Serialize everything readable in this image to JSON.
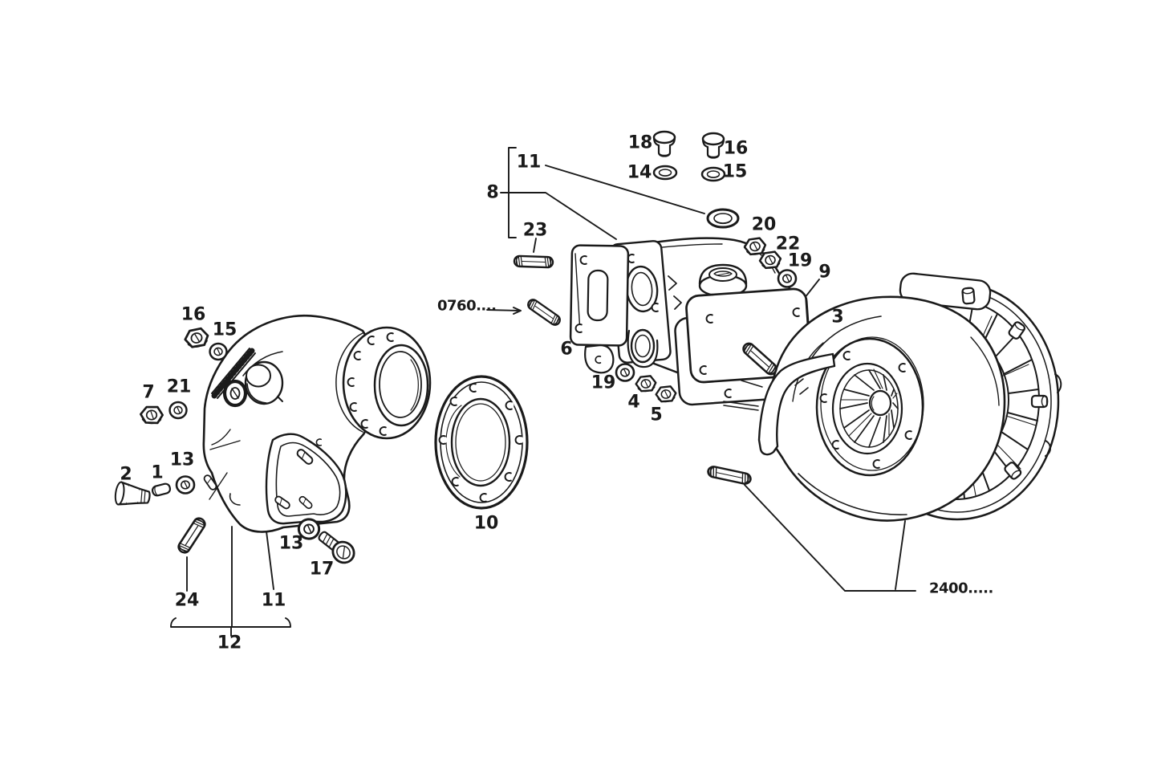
{
  "colors": {
    "ink": "#1a1a1a",
    "paper": "#ffffff"
  },
  "callouts": {
    "n1": "1",
    "n2": "2",
    "n3": "3",
    "n4": "4",
    "n5": "5",
    "n6": "6",
    "n7": "7",
    "n8": "8",
    "n9": "9",
    "n10": "10",
    "n11_top": "11",
    "n11_bottom": "11",
    "n12": "12",
    "n13_left": "13",
    "n13_bottom": "13",
    "n14": "14",
    "n15_top": "15",
    "n15_left": "15",
    "n16_top": "16",
    "n16_left": "16",
    "n17": "17",
    "n18": "18",
    "n19_top": "19",
    "n19_mid": "19",
    "n20": "20",
    "n21": "21",
    "n22": "22",
    "n23": "23",
    "n24": "24",
    "code_0760": "0760....",
    "code_2400": "2400....."
  }
}
